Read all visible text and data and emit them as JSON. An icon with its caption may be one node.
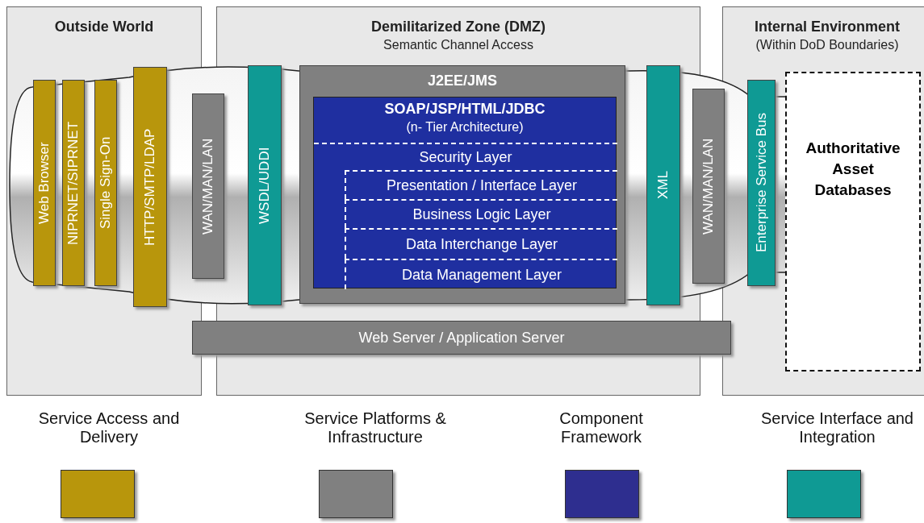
{
  "diagram": {
    "nodes": [
      {
        "text": [
          "Outside World"
        ]
      },
      {
        "text": [
          "Web Browser"
        ],
        "in": 0
      },
      {
        "text": [
          "NIPRNET/SIPRNET"
        ],
        "in": 0
      },
      {
        "text": [
          "Single Sign-On"
        ],
        "in": 0
      },
      {
        "text": [
          "HTTP/SMTP/LDAP"
        ],
        "in": 0
      },
      {
        "text": [
          "Demilitarized Zone (DMZ)",
          "Semantic Channel Access"
        ]
      },
      {
        "text": [
          "WAN/MAN/LAN"
        ]
      },
      {
        "text": [
          "WSDL/UDDI"
        ],
        "in": 5
      },
      {
        "text": [
          "J2EE/JMS"
        ],
        "in": 5
      },
      {
        "text": [
          "SOAP/JSP/HTML/JDBC",
          "(n- Tier Architecture)"
        ],
        "in": 8
      },
      {
        "text": [
          "Security Layer"
        ],
        "in": 9
      },
      {
        "text": [
          "Presentation / Interface Layer"
        ],
        "in": 9
      },
      {
        "text": [
          "Business Logic Layer"
        ],
        "in": 9
      },
      {
        "text": [
          "Data Interchange Layer"
        ],
        "in": 9
      },
      {
        "text": [
          "Data Management Layer"
        ],
        "in": 9
      },
      {
        "text": [
          "XML"
        ],
        "in": 5
      },
      {
        "text": [
          "WAN/MAN/LAN"
        ]
      },
      {
        "text": [
          "Web Server / Application Server"
        ]
      },
      {
        "text": [
          "Internal Environment",
          "(Within DoD Boundaries)"
        ]
      },
      {
        "text": [
          "Enterprise Service Bus"
        ],
        "in": 18
      },
      {
        "text": [
          "Authoritative Asset Databases"
        ],
        "in": 18
      }
    ],
    "legend": [
      {
        "text": "Service Access and Delivery",
        "color": "#b8960c"
      },
      {
        "text": "Service Platforms & Infrastructure",
        "color": "#808080"
      },
      {
        "text": "Component Framework",
        "color": "#2e2e8f"
      },
      {
        "text": "Service Interface and Integration",
        "color": "#0f9a94"
      }
    ]
  }
}
